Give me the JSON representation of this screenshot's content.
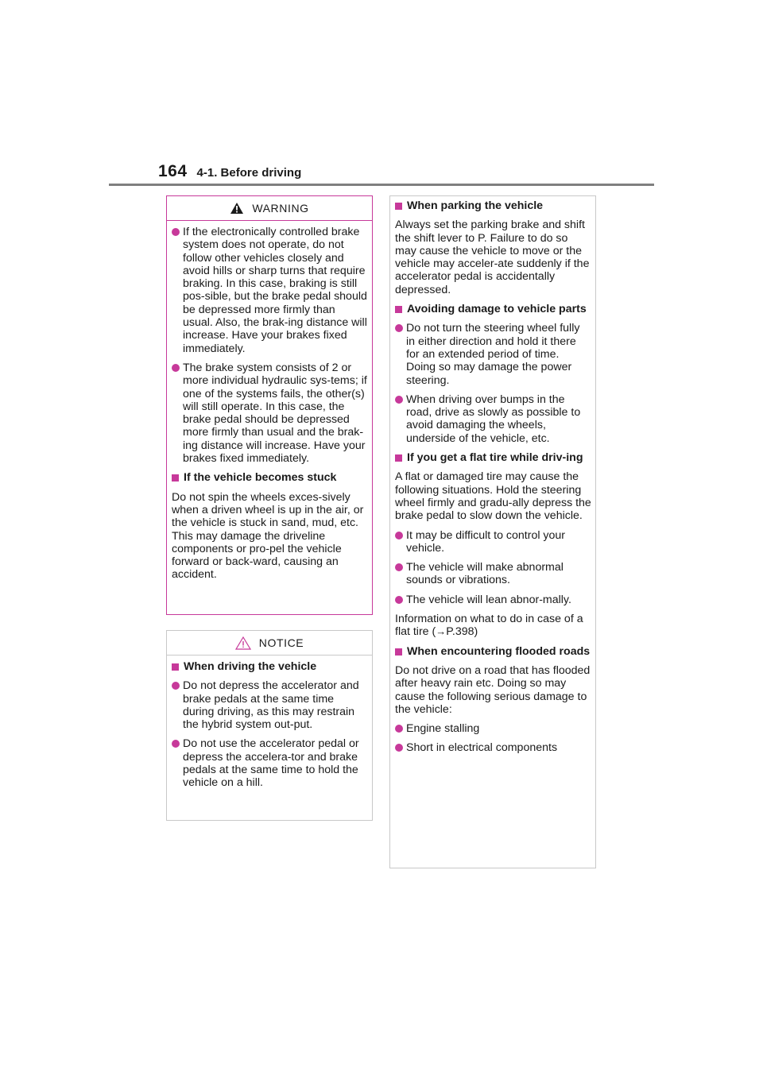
{
  "header": {
    "page_number": "164",
    "section": "4-1. Before driving"
  },
  "warning": {
    "title": "WARNING",
    "bullet1": "If the electronically controlled brake system does not operate, do not follow other vehicles closely and avoid hills or sharp turns that require braking. In this case, braking is still pos-sible, but the brake pedal should be depressed more firmly than usual. Also, the brak-ing distance will increase. Have your brakes fixed immediately.",
    "bullet2": "The brake system consists of 2 or more individual hydraulic sys-tems; if one of the systems fails, the other(s) will still operate. In this case, the brake pedal should be depressed more firmly than usual and the brak-ing distance will increase. Have your brakes fixed immediately.",
    "stuck_heading": "If the vehicle becomes stuck",
    "stuck_text": "Do not spin the wheels exces-sively when a driven wheel is up in the air, or the vehicle is stuck in sand, mud, etc. This may damage the driveline components or pro-pel the vehicle forward or back-ward, causing an accident."
  },
  "notice": {
    "title": "NOTICE",
    "driving_heading": "When driving the vehicle",
    "bullet1": "Do not depress the accelerator and brake pedals at the same time during driving, as this may restrain the hybrid system out-put.",
    "bullet2": "Do not use the accelerator pedal or depress the accelera-tor and brake pedals at the same time to hold the vehicle on a hill."
  },
  "right": {
    "parking_heading": "When parking the vehicle",
    "parking_text": "Always set the parking brake and shift the shift lever to P. Failure to do so may cause the vehicle to move or the vehicle may acceler-ate suddenly if the accelerator pedal is accidentally depressed.",
    "damage_heading": "Avoiding damage to vehicle parts",
    "damage_b1": "Do not turn the steering wheel fully in either direction and hold it there for an extended period of time. Doing so may damage the power steering.",
    "damage_b2": "When driving over bumps in the road, drive as slowly as possible to avoid damaging the wheels, underside of the vehicle, etc.",
    "flat_heading": "If you get a flat tire while driv-ing",
    "flat_text": "A flat or damaged tire may cause the following situations. Hold the steering wheel firmly and gradu-ally depress the brake pedal to slow down the vehicle.",
    "flat_b1": "It may be difficult to control your vehicle.",
    "flat_b2": "The vehicle will make abnormal sounds or vibrations.",
    "flat_b3": "The vehicle will lean abnor-mally.",
    "flat_info": "Information on what to do in case of a flat tire (",
    "flat_ref": "P.398",
    "flat_close": ")",
    "flood_heading": "When encountering flooded roads",
    "flood_text": "Do not drive on a road that has flooded after heavy rain etc. Doing so may cause the following serious damage to the vehicle:",
    "flood_b1": "Engine stalling",
    "flood_b2": "Short in electrical components"
  }
}
